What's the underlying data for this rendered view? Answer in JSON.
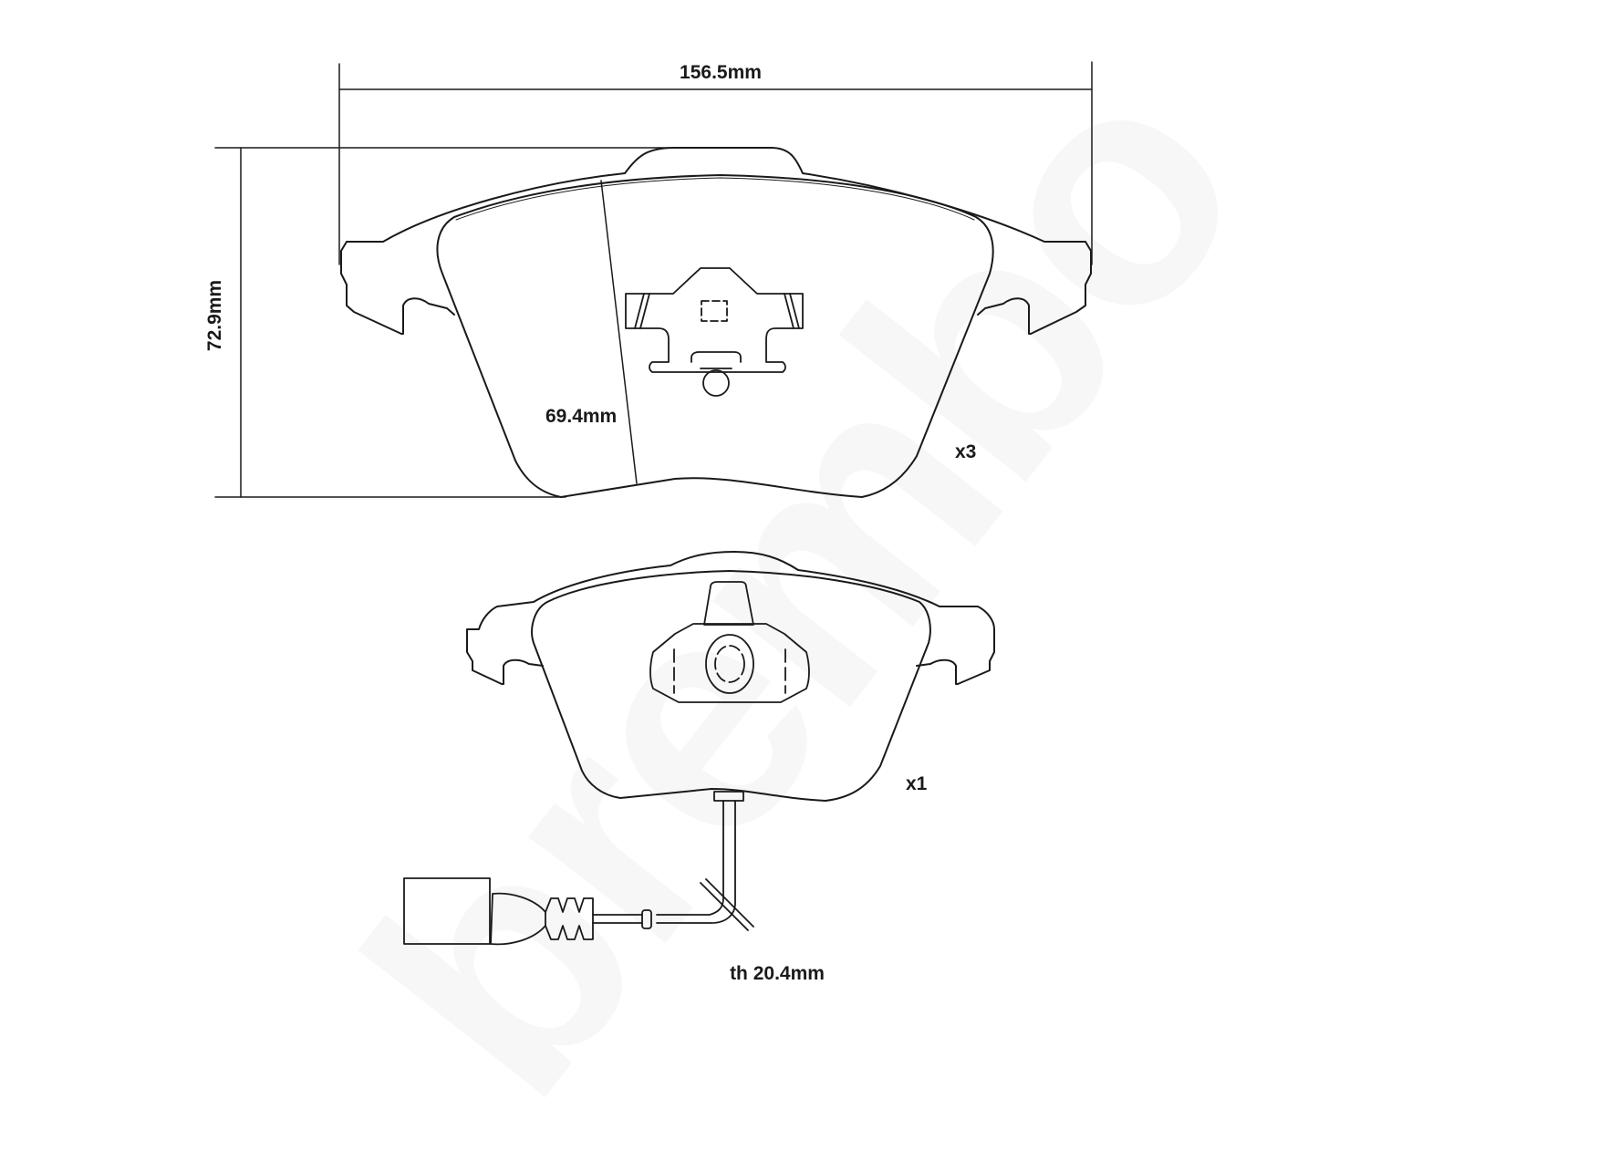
{
  "watermark": {
    "text": "brembo"
  },
  "dimensions": {
    "width": "156.5mm",
    "height": "72.9mm",
    "inner_height": "69.4mm",
    "thickness": "th 20.4mm"
  },
  "pads": [
    {
      "id": "pad-without-sensor",
      "quantity": "x3"
    },
    {
      "id": "pad-with-sensor",
      "quantity": "x1"
    }
  ],
  "colors": {
    "line": "#1a1a1a",
    "background": "#ffffff",
    "watermark": "#f7f7f7"
  }
}
